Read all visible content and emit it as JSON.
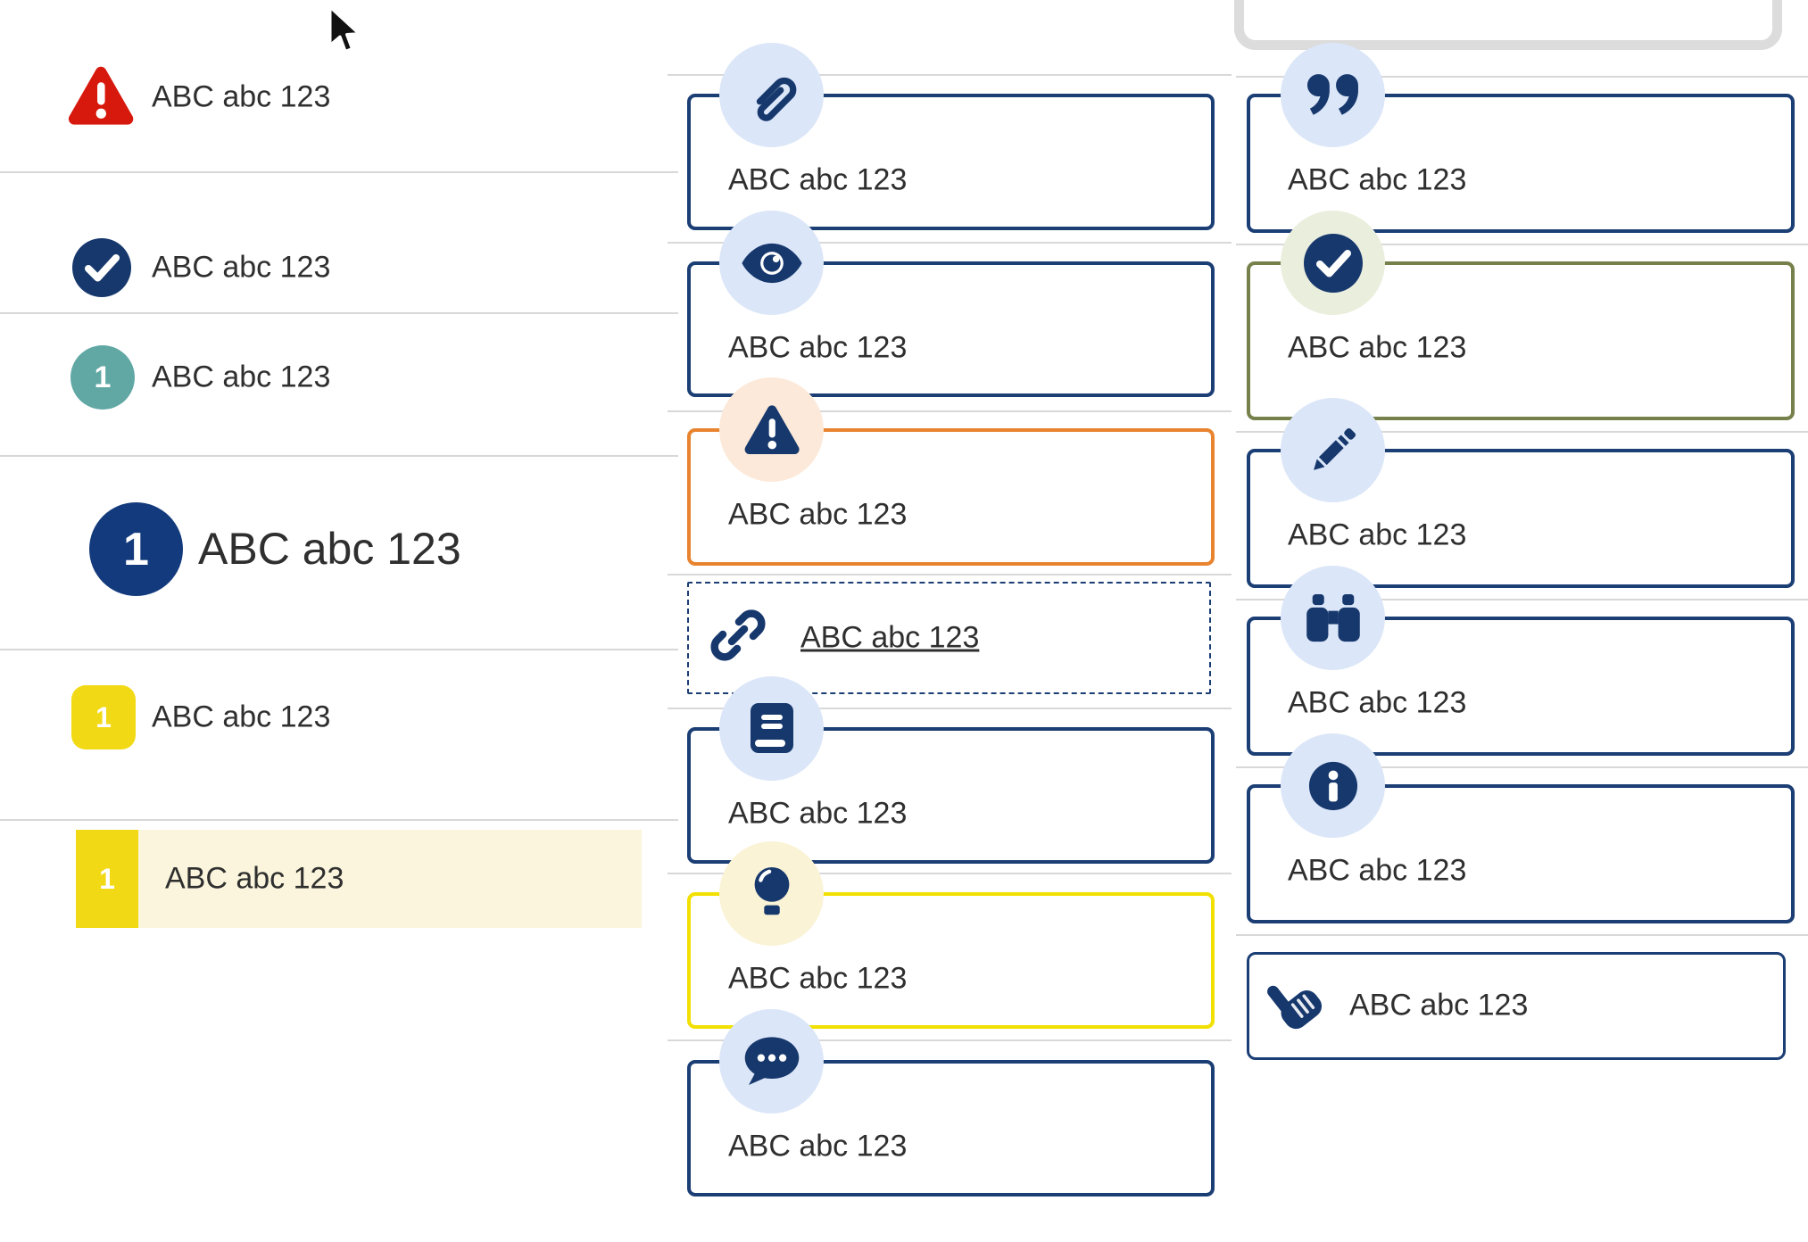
{
  "colors": {
    "navy": "#17386d",
    "border": "#1b3e75",
    "orange": "#e8842f",
    "yellow": "#f2e002",
    "olive": "#76804b",
    "red": "#d7190d",
    "teal": "#61a8a5",
    "lightblue": "#dbe6f8",
    "peach": "#fce9d9",
    "paleyellow": "#faf3d6",
    "palegreen": "#eaeedd",
    "yellowsq": "#f2d915",
    "cream": "#faf5dc",
    "text": "#2f2f2f",
    "divider": "#d8d8d8",
    "gray": "#dcdcdc"
  },
  "left": {
    "items": [
      {
        "label": "ABC abc 123",
        "icon": "warning-triangle"
      },
      {
        "label": "ABC abc 123",
        "icon": "check-circle"
      },
      {
        "label": "ABC abc 123",
        "badge": "1"
      },
      {
        "label": "ABC abc 123",
        "badge": "1"
      },
      {
        "label": "ABC abc 123",
        "badge": "1"
      },
      {
        "label": "ABC abc 123",
        "badge": "1"
      }
    ]
  },
  "middle": {
    "boxes": [
      {
        "label": "ABC abc 123",
        "icon": "paperclip"
      },
      {
        "label": "ABC abc 123",
        "icon": "eye"
      },
      {
        "label": "ABC abc 123",
        "icon": "alert-triangle"
      },
      {
        "label": "ABC abc 123",
        "icon": "link"
      },
      {
        "label": "ABC abc 123",
        "icon": "book"
      },
      {
        "label": "ABC abc 123",
        "icon": "lightbulb"
      },
      {
        "label": "ABC abc 123",
        "icon": "chat"
      }
    ]
  },
  "right": {
    "boxes": [
      {
        "label": "ABC abc 123",
        "icon": "quote"
      },
      {
        "label": "ABC abc 123",
        "icon": "check-circle"
      },
      {
        "label": "ABC abc 123",
        "icon": "pencil"
      },
      {
        "label": "ABC abc 123",
        "icon": "binoculars"
      },
      {
        "label": "ABC abc 123",
        "icon": "info"
      },
      {
        "label": "ABC abc 123",
        "icon": "hand-pointer"
      }
    ]
  }
}
